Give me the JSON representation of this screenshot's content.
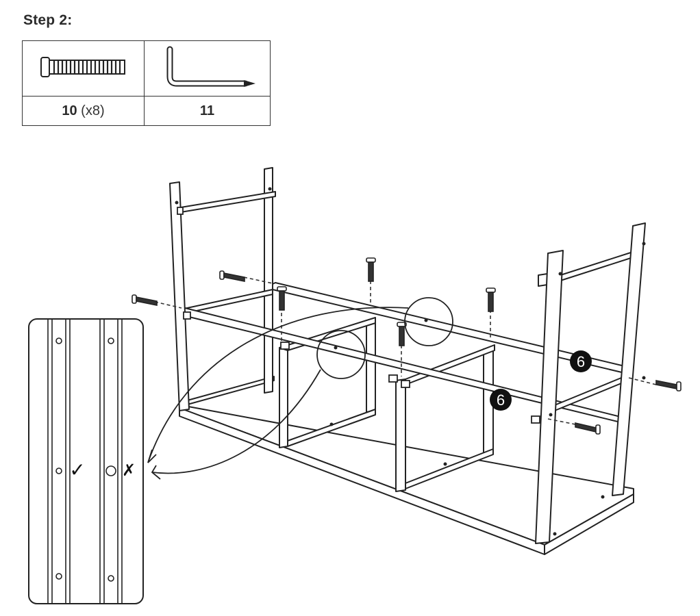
{
  "step": {
    "title": "Step 2:"
  },
  "parts": [
    {
      "icon": "screw-icon",
      "number": "10",
      "quantity": "(x8)"
    },
    {
      "icon": "allen-key-icon",
      "number": "11",
      "quantity": ""
    }
  ],
  "diagram": {
    "callout_label": "6"
  },
  "detail": {
    "correct_mark": "✓",
    "wrong_mark": "✗"
  }
}
